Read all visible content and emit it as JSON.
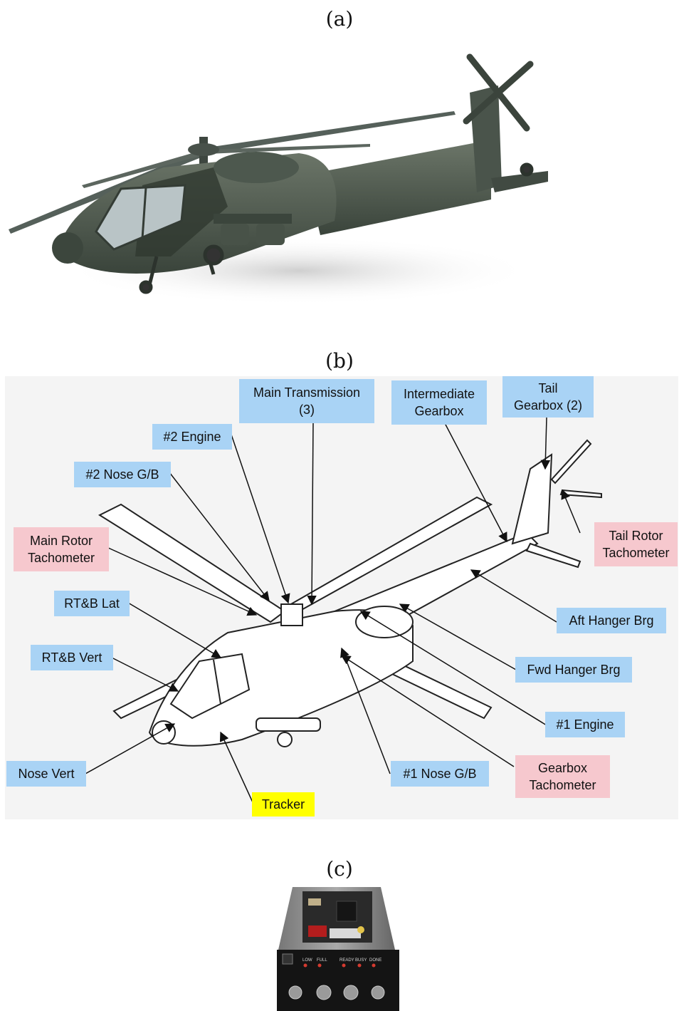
{
  "captions": {
    "a": "(a)",
    "b": "(b)",
    "c": "(c)"
  },
  "labels": {
    "main_transmission": "Main Transmission\n(3)",
    "intermediate_gearbox": "Intermediate\nGearbox",
    "tail_gearbox": "Tail\nGearbox (2)",
    "engine_2": "#2 Engine",
    "nose_gb_2": "#2 Nose G/B",
    "main_rotor_tach": "Main Rotor\nTachometer",
    "tail_rotor_tach": "Tail Rotor\nTachometer",
    "rtb_lat": "RT&B Lat",
    "rtb_vert": "RT&B Vert",
    "aft_hanger": "Aft Hanger Brg",
    "fwd_hanger": "Fwd Hanger Brg",
    "engine_1": "#1 Engine",
    "nose_vert": "Nose Vert",
    "nose_gb_1": "#1 Nose G/B",
    "gearbox_tach": "Gearbox\nTachometer",
    "tracker": "Tracker"
  },
  "colors": {
    "sensor_label": "#a9d3f5",
    "tachometer_label": "#f6c8ce",
    "tracker_label": "#ffff00",
    "helicopter_body": "#4e5a50"
  },
  "device_panel_text": {
    "lamp_labels": [
      "LOW",
      "FULL",
      "READY",
      "BUSY",
      "DONE"
    ]
  }
}
